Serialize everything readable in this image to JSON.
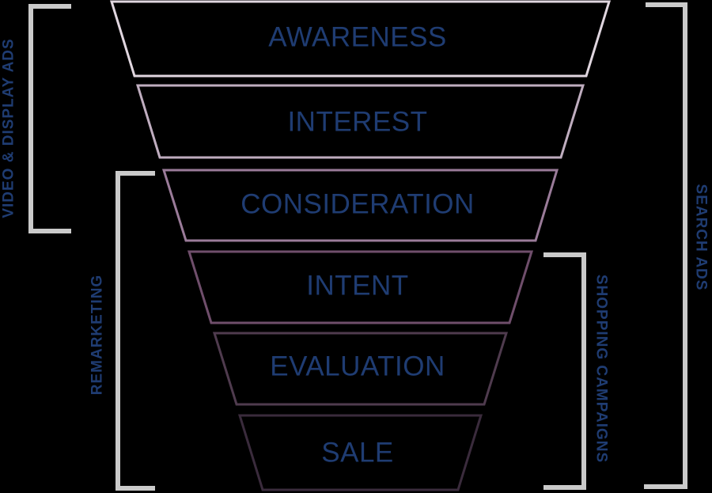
{
  "colors": {
    "background": "#000000",
    "stage_label_text": "#1f3c72",
    "side_label_text": "#1f3c72",
    "bracket": "#cacaca"
  },
  "funnel": {
    "stages": [
      {
        "label": "AWARENESS",
        "border_color": "#e0d6df"
      },
      {
        "label": "INTEREST",
        "border_color": "#bfadbf"
      },
      {
        "label": "CONSIDERATION",
        "border_color": "#9a7b99"
      },
      {
        "label": "INTENT",
        "border_color": "#6f4e6b"
      },
      {
        "label": "EVALUATION",
        "border_color": "#4f3b4e"
      },
      {
        "label": "SALE",
        "border_color": "#3a2b3c"
      }
    ]
  },
  "side_labels": {
    "video_display_ads": {
      "label": "VIDEO & DISPLAY ADS"
    },
    "remarketing": {
      "label": "REMARKETING"
    },
    "search_ads": {
      "label": "SEARCH ADS"
    },
    "shopping_campaigns": {
      "label": "SHOPPING CAMPAIGNS"
    }
  }
}
